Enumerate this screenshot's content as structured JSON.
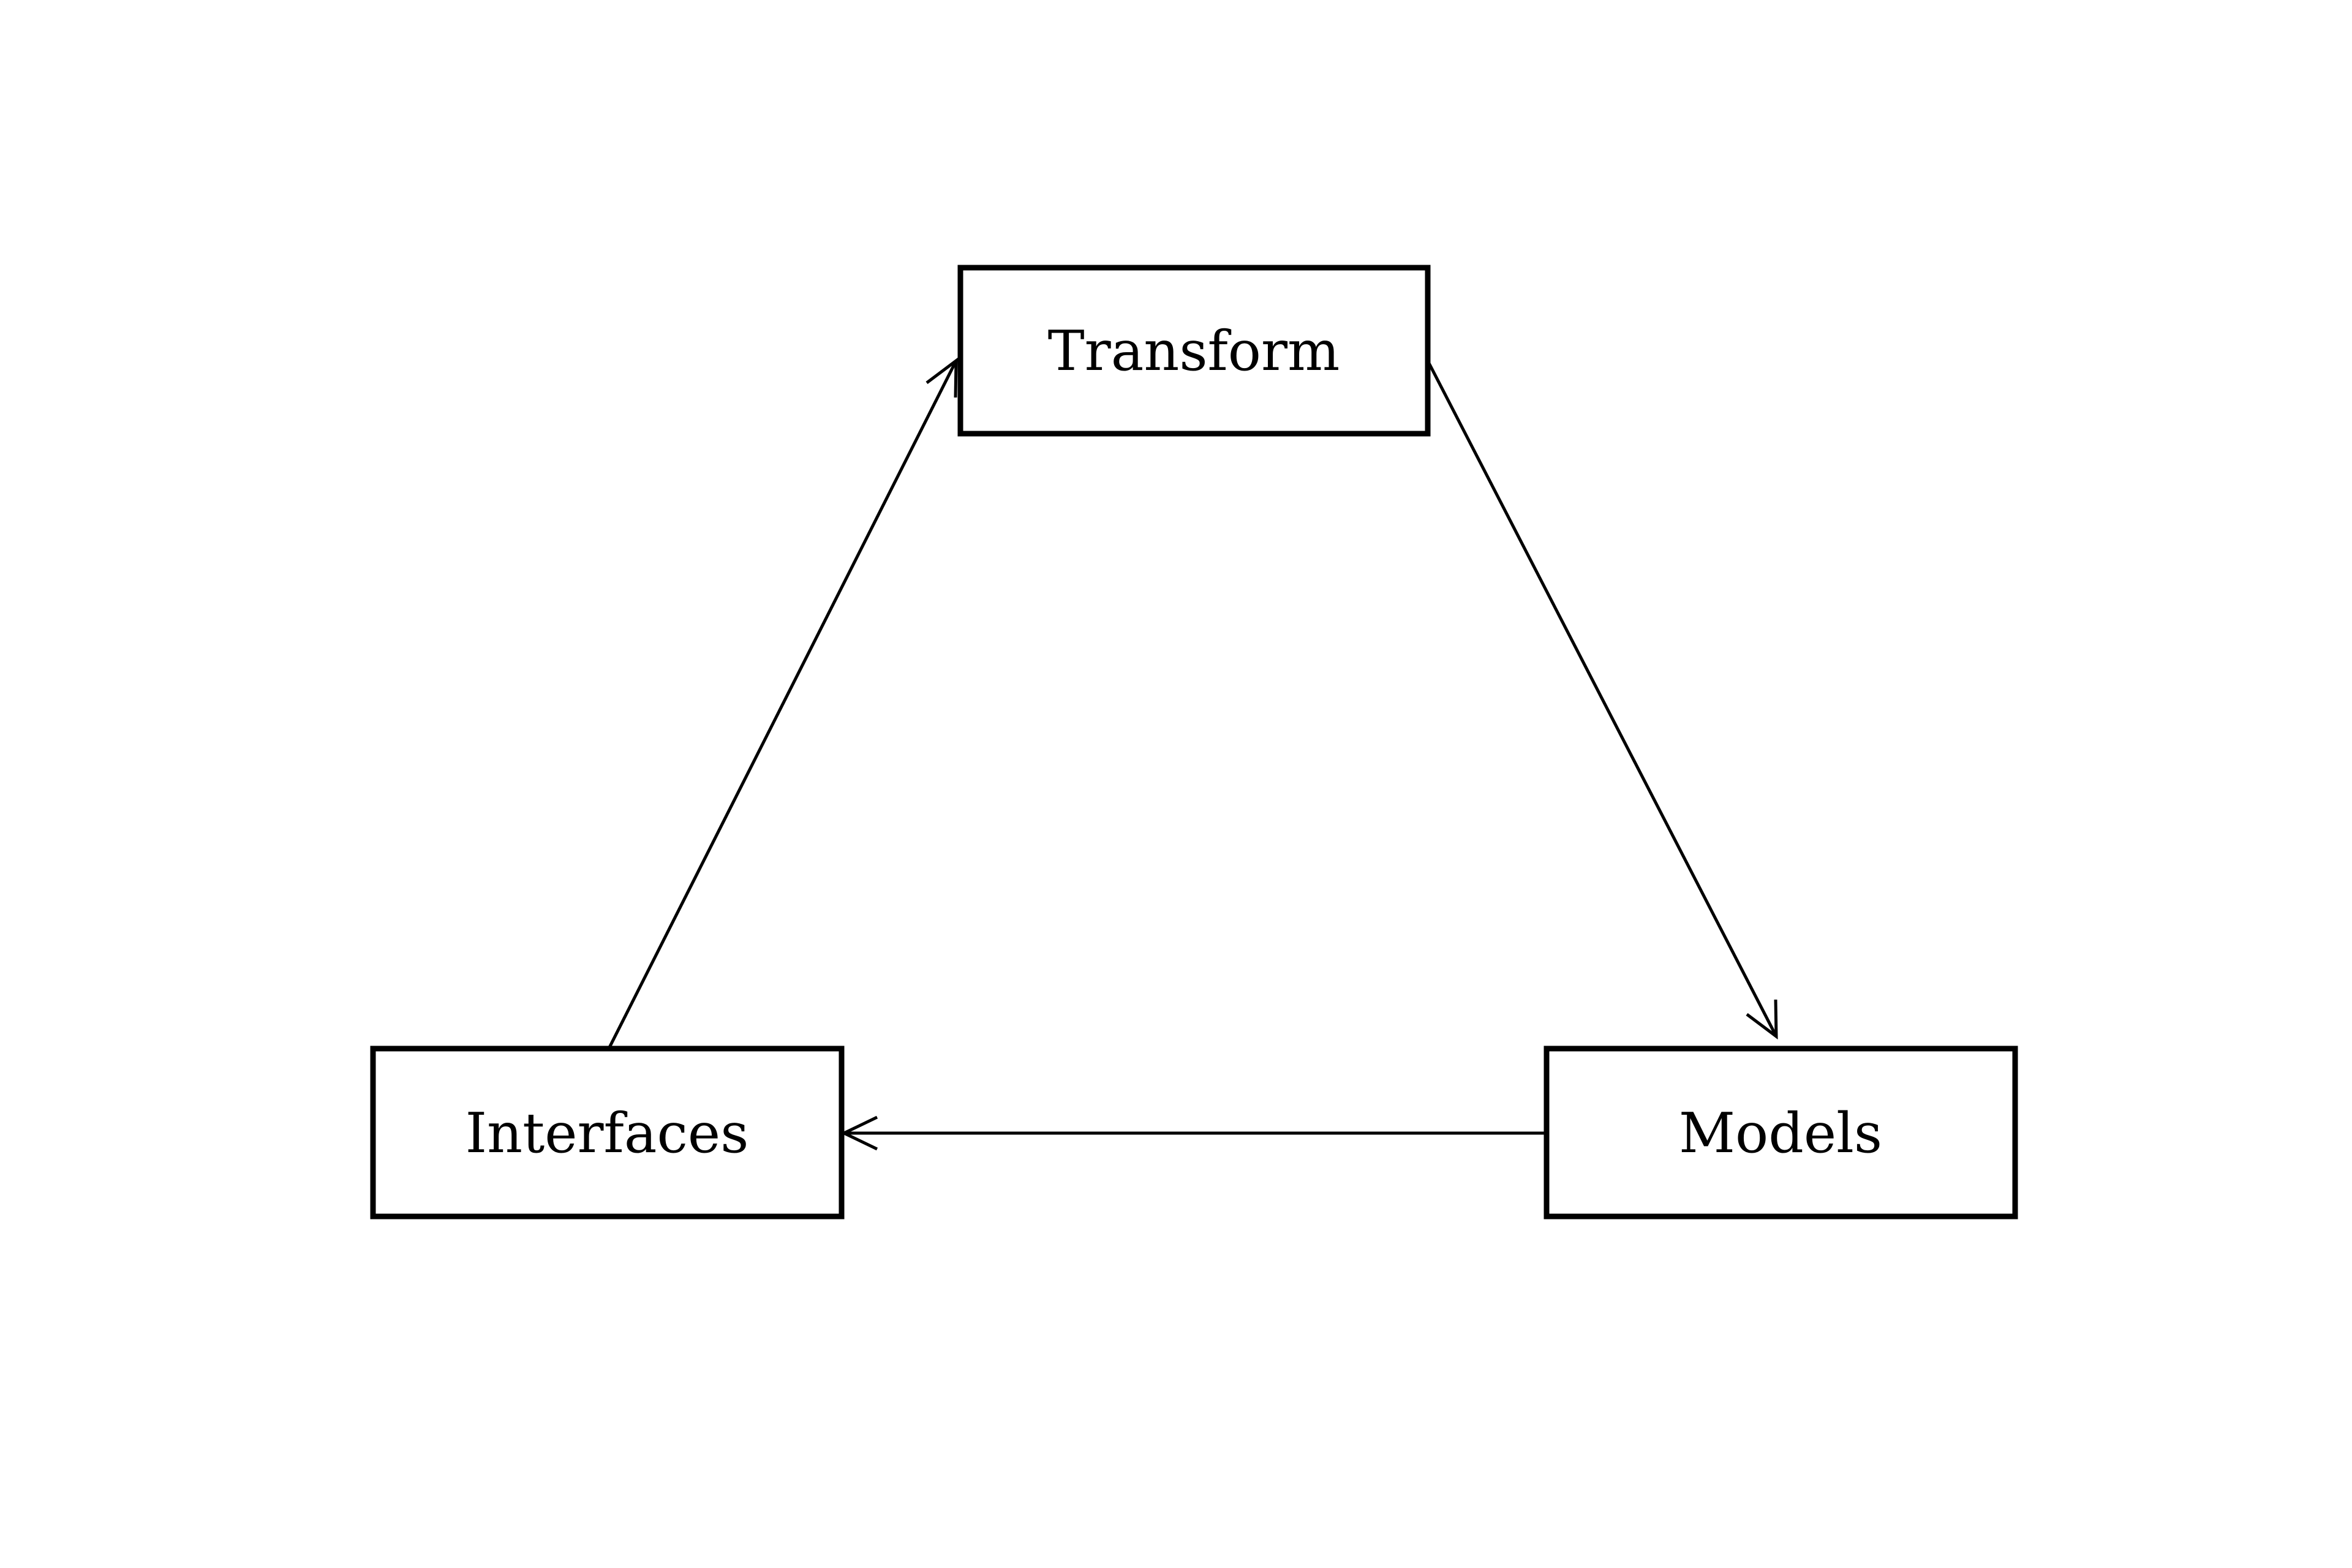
{
  "diagram": {
    "background_color": "#ffffff",
    "line_color": "#000000",
    "node_fill_color": "#ffffff",
    "nodes": {
      "transform": {
        "label": "Transform"
      },
      "interfaces": {
        "label": "Interfaces"
      },
      "models": {
        "label": "Models"
      }
    },
    "edges": [
      {
        "from": "Interfaces",
        "to": "Transform",
        "style": "open-arrowhead"
      },
      {
        "from": "Transform",
        "to": "Models",
        "style": "open-arrowhead"
      },
      {
        "from": "Models",
        "to": "Interfaces",
        "style": "open-arrowhead"
      }
    ]
  }
}
